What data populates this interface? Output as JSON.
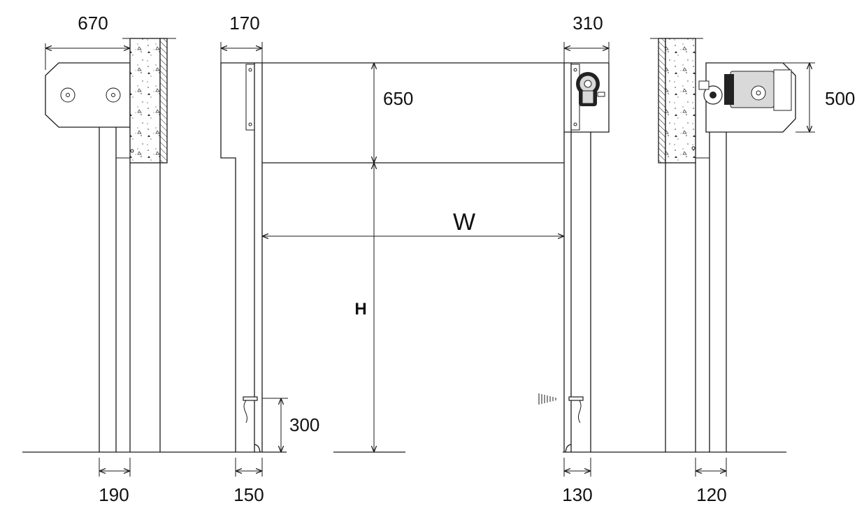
{
  "dimensions": {
    "top": {
      "d670": "670",
      "d170": "170",
      "d310": "310",
      "d500": "500"
    },
    "middle": {
      "d650": "650",
      "width": "W",
      "height": "H",
      "d300": "300"
    },
    "bottom": {
      "d190": "190",
      "d150": "150",
      "d130": "130",
      "d120": "120"
    }
  },
  "colors": {
    "line": "#1a1a1a",
    "background": "#ffffff",
    "motor_dark": "#222222",
    "motor_grey": "#d9d9d9"
  }
}
